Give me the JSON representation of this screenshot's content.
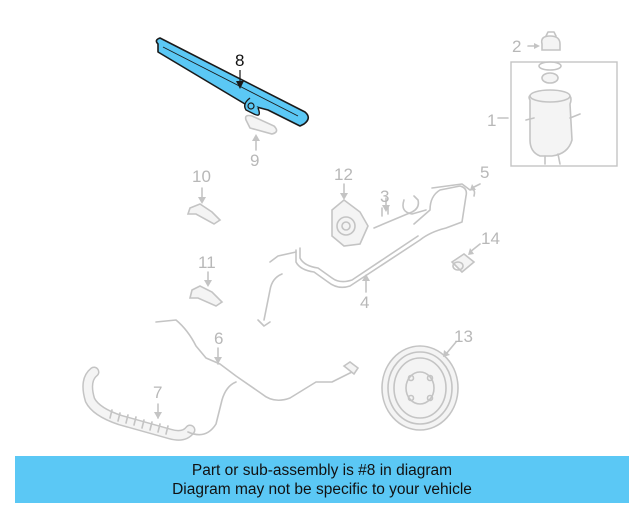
{
  "callouts": {
    "c1": "1",
    "c2": "2",
    "c3": "3",
    "c4": "4",
    "c5": "5",
    "c6": "6",
    "c7": "7",
    "c8": "8",
    "c9": "9",
    "c10": "10",
    "c11": "11",
    "c12": "12",
    "c13": "13",
    "c14": "14"
  },
  "highlight": {
    "part": "8",
    "color": "#5bc8f5"
  },
  "banner": {
    "line1": "Part or sub-assembly is #8 in diagram",
    "line2": "Diagram may not be specific to your vehicle",
    "color": "#5bc8f5"
  }
}
